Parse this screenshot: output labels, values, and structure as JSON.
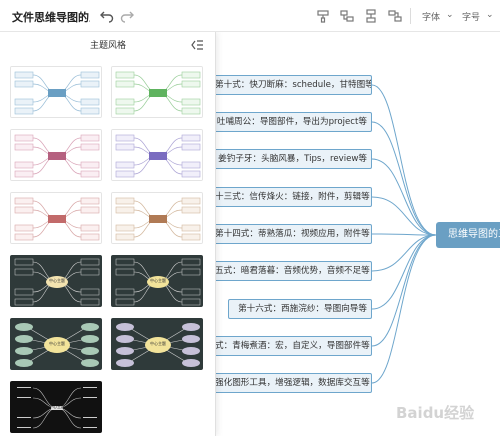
{
  "toolbar": {
    "file_label": "文件",
    "doc_title": "思维导图的三招",
    "font_label": "字体",
    "size_label": "字号"
  },
  "panel": {
    "title": "主题风格"
  },
  "mindmap": {
    "central": "思维导图的三",
    "nodes": [
      "第十式：快刀断麻：schedule，甘特图等",
      "吐哺周公：导图部件，导出为project等",
      "姜钓子牙：头脑风暴，Tips，review等",
      "十三式：信传烽火：链接，附件，剪辑等",
      "第十四式：蒂熟落瓜：视频应用，附件等",
      "五式：暗君落暮：音频优势，音频不足等",
      "第十六式：西施浣纱：导图向导等",
      "式：青梅煮酒：宏，自定义，导图部件等",
      "强化图形工具，增强逻辑，数据库交互等"
    ]
  },
  "themes": {
    "center_label": "中心主题"
  },
  "colors": {
    "node_border": "#6ea6cc",
    "node_fill": "#eaf2f8",
    "central_fill": "#6a9fc3",
    "dark_theme_bg": "#2f3a3a",
    "black_theme_bg": "#111111"
  },
  "watermark": "Baidu经验"
}
